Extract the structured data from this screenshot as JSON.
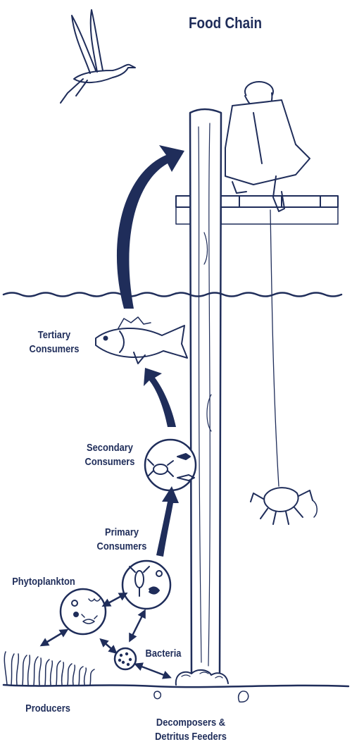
{
  "diagram": {
    "title": "Food Chain",
    "labels": {
      "tertiary": [
        "Tertiary",
        "Consumers"
      ],
      "secondary": [
        "Secondary",
        "Consumers"
      ],
      "primary": [
        "Primary",
        "Consumers"
      ],
      "phytoplankton": "Phytoplankton",
      "bacteria": "Bacteria",
      "producers": "Producers",
      "decomposers": [
        "Decomposers &",
        "Detritus Feeders"
      ]
    },
    "icons": [
      "heron-icon",
      "fisherman-icon",
      "pier-icon",
      "fish-icon",
      "crab-icon",
      "plankton-icon",
      "bacteria-icon",
      "seagrass-icon",
      "oyster-icon"
    ],
    "colors": {
      "ink": "#1f2d5a",
      "background": "#ffffff"
    }
  }
}
